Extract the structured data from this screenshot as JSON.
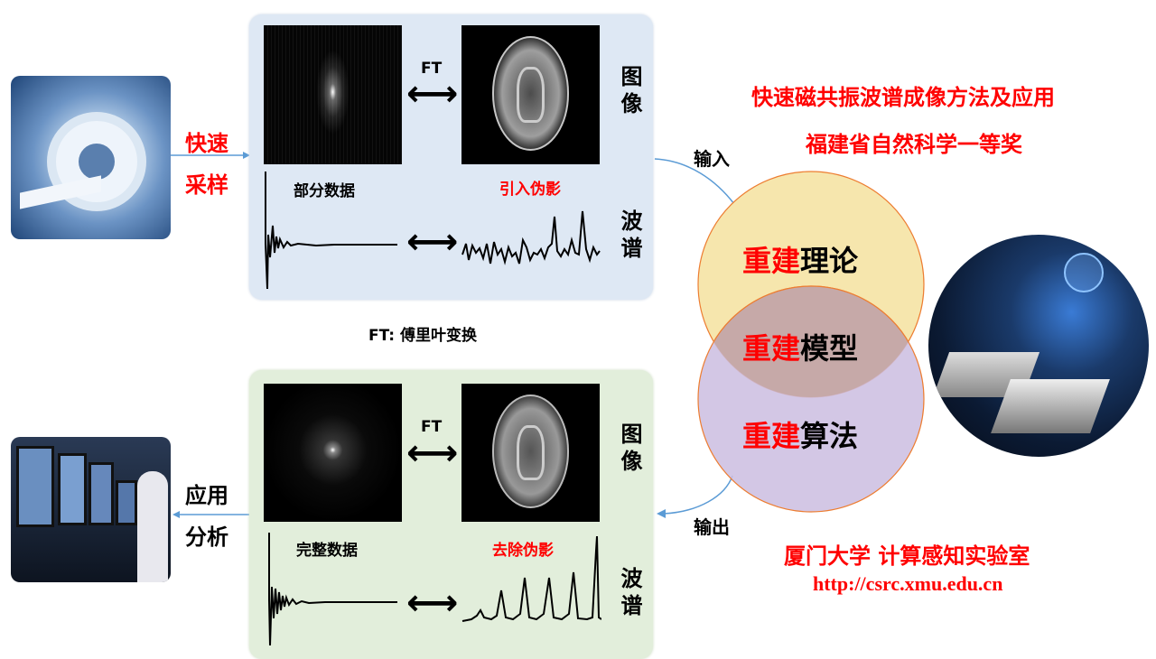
{
  "left": {
    "sample_label": "快速采样",
    "apply_label": "应用分析"
  },
  "top_panel": {
    "ft": "FT",
    "kspace_caption": "部分数据",
    "image_caption": "引入伪影",
    "image_side": "图像",
    "spectrum_side": "波谱"
  },
  "ft_note": "FT: 傅里叶变换",
  "bottom_panel": {
    "ft": "FT",
    "kspace_caption": "完整数据",
    "image_caption": "去除伪影",
    "image_side": "图像",
    "spectrum_side": "波谱"
  },
  "venn": {
    "input": "输入",
    "output": "输出",
    "prefix": "重建",
    "items": [
      "理论",
      "模型",
      "算法"
    ]
  },
  "award": {
    "title": "快速磁共振波谱成像方法及应用",
    "subtitle": "福建省自然科学一等奖"
  },
  "lab": {
    "name": "厦门大学 计算感知实验室",
    "url": "http://csrc.xmu.edu.cn"
  },
  "colors": {
    "accent": "#ff0000",
    "top_panel": "#dee8f4",
    "bottom_panel": "#e2eedb",
    "circle_top": "#f6e6ad",
    "circle_bottom": "#cbbde0",
    "arrow": "#5b9bd5"
  }
}
